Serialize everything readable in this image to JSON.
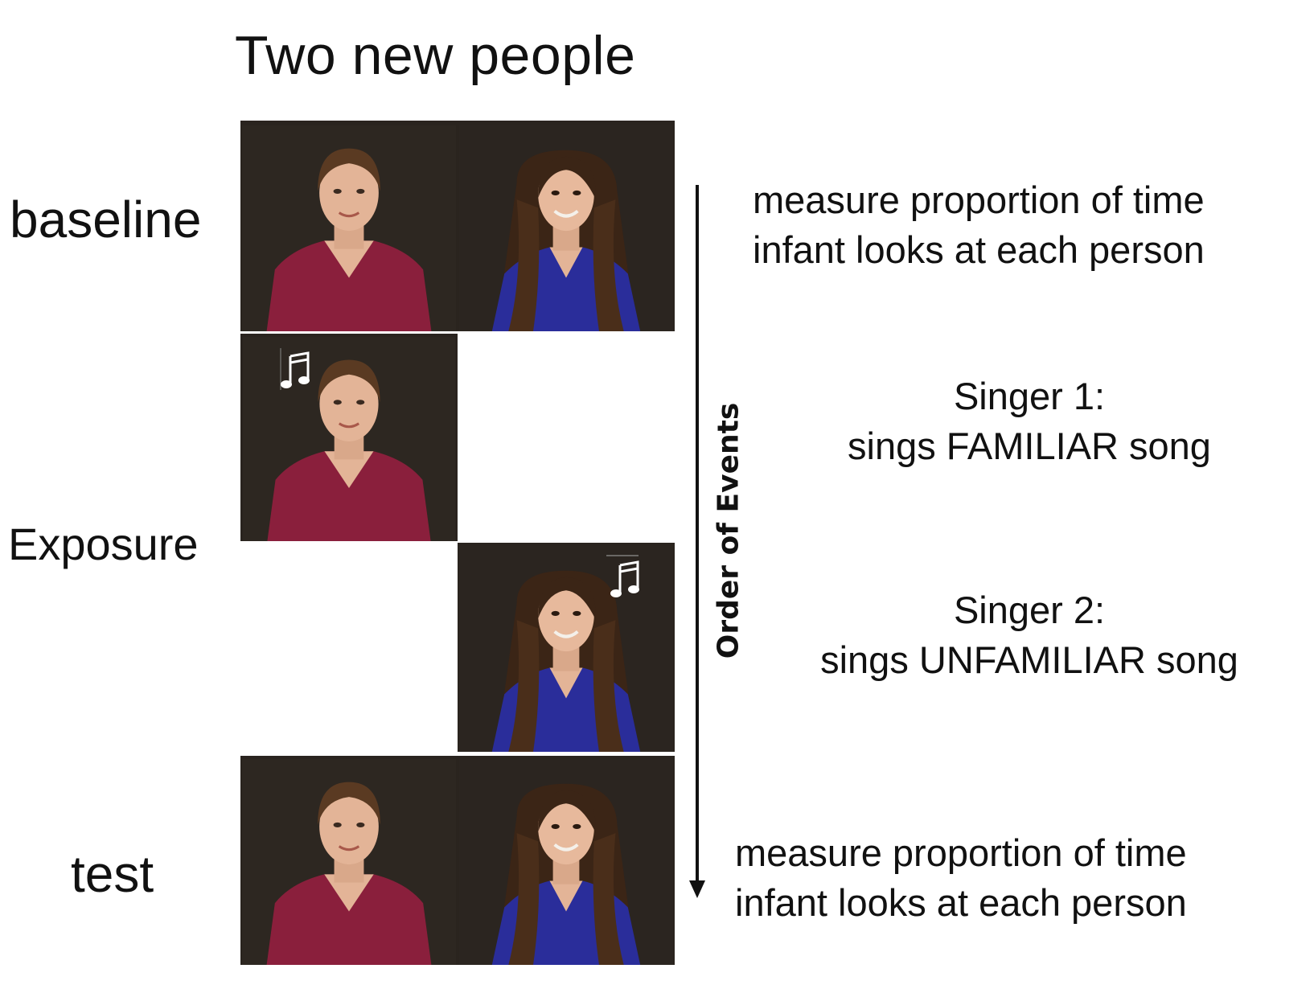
{
  "title": "Two new people",
  "phases": {
    "baseline": "baseline",
    "exposure": "Exposure",
    "test": "test"
  },
  "descriptions": {
    "baseline_line1": "measure proportion of time",
    "baseline_line2": "infant looks at each person",
    "singer1_line1": "Singer 1:",
    "singer1_line2": "sings FAMILIAR song",
    "singer2_line1": "Singer 2:",
    "singer2_line2": "sings UNFAMILIAR song",
    "test_line1": "measure proportion of time",
    "test_line2": "infant looks at each person"
  },
  "axis_label": "Order of Events",
  "icons": {
    "note1": "music-note-icon",
    "note2": "music-note-icon"
  },
  "colors": {
    "background_wall": "#2c2620",
    "maroon_shirt": "#8a1f3c",
    "blue_shirt": "#2a2d9a",
    "skin": "#e3b497",
    "brown_hair": "#5a3a22",
    "dark_hair": "#3b2516"
  }
}
